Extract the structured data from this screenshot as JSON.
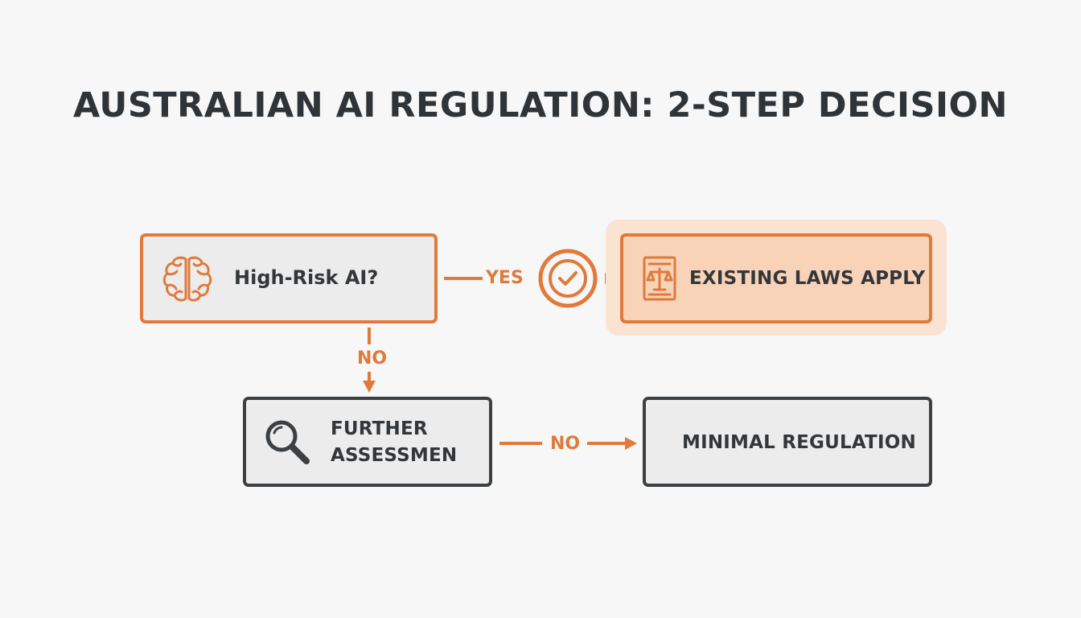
{
  "title": "AUSTRALIAN AI REGULATION: 2-STEP DECISION",
  "nodes": {
    "high_risk": {
      "label": "High-Risk AI?",
      "icon": "brain-icon"
    },
    "existing_laws": {
      "label": "EXISTING LAWS APPLY",
      "icon": "legal-document-scales-icon"
    },
    "further_assessment": {
      "label_line1": "FURTHER",
      "label_line2": "ASSESSMEN",
      "icon": "magnifier-icon"
    },
    "minimal_regulation": {
      "label": "MINIMAL REGULATION"
    }
  },
  "edges": {
    "yes": {
      "label": "YES",
      "icon": "check-circle-icon"
    },
    "no_down": {
      "label": "NO"
    },
    "no_right": {
      "label": "NO"
    }
  },
  "colors": {
    "accent": "#e07a3c",
    "dark": "#3c4043",
    "highlight": "#f9d3b8",
    "background": "#f7f7f7"
  }
}
